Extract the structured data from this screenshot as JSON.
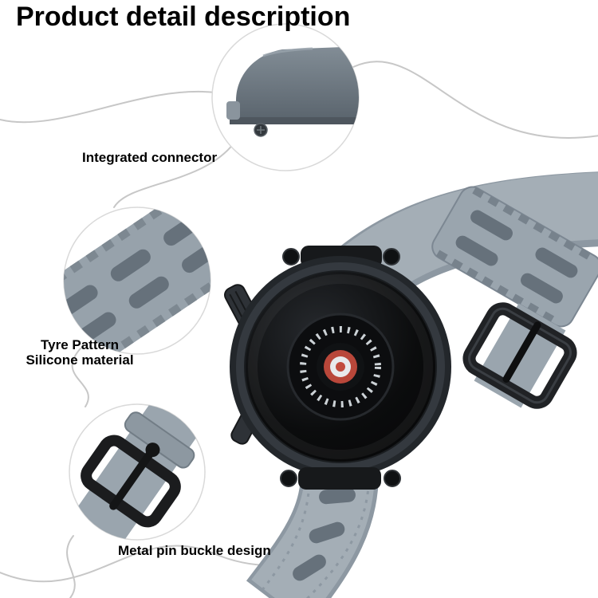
{
  "title": "Product detail description",
  "callouts": {
    "connector": {
      "label": "Integrated connector"
    },
    "tyre": {
      "line1": "Tyre Pattern",
      "line2": "Silicone material"
    },
    "buckle": {
      "label": "Metal pin buckle design"
    }
  },
  "colors": {
    "strap_gray": "#9aa5ae",
    "strap_slot": "#66717b",
    "watch_black": "#0b0c0d",
    "buckle_black": "#202225",
    "accent_red": "#c24b3d",
    "curve_gray": "#c7c7c7",
    "text_black": "#000000"
  }
}
